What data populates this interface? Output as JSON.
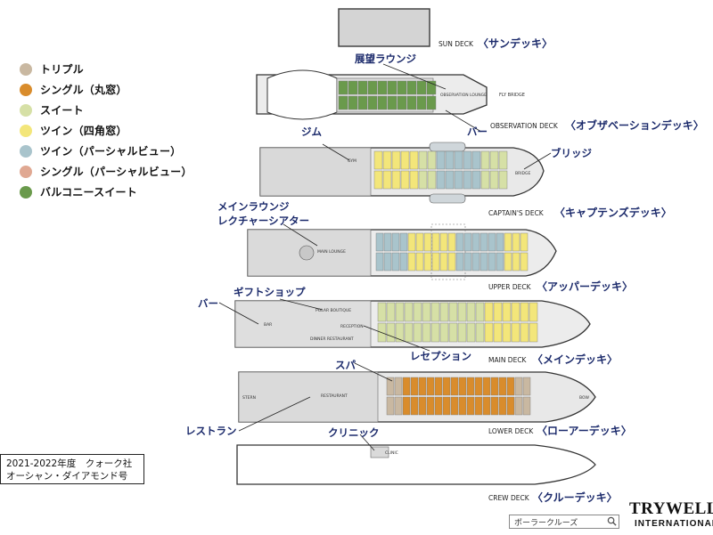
{
  "legend": [
    {
      "label": "トリプル",
      "color": "#c9b8a1"
    },
    {
      "label": "シングル（丸窓）",
      "color": "#d98c2c"
    },
    {
      "label": "スイート",
      "color": "#d6e0a6"
    },
    {
      "label": "ツイン（四角窓）",
      "color": "#f3e67a"
    },
    {
      "label": "ツイン（パーシャルビュー）",
      "color": "#a9c4cc"
    },
    {
      "label": "シングル（パーシャルビュー）",
      "color": "#e0a892"
    },
    {
      "label": "バルコニースイート",
      "color": "#6a9a4c"
    }
  ],
  "decks": [
    {
      "en": "SUN DECK",
      "ja": "〈サンデッキ〉"
    },
    {
      "en": "OBSERVATION DECK",
      "ja": "〈オブザベーションデッキ〉"
    },
    {
      "en": "CAPTAIN'S DECK",
      "ja": "〈キャプテンズデッキ〉"
    },
    {
      "en": "UPPER DECK",
      "ja": "〈アッパーデッキ〉"
    },
    {
      "en": "MAIN DECK",
      "ja": "〈メインデッキ〉"
    },
    {
      "en": "LOWER DECK",
      "ja": "〈ローアーデッキ〉"
    },
    {
      "en": "CREW DECK",
      "ja": "〈クルーデッキ〉"
    }
  ],
  "callouts": {
    "observation_lounge": "展望ラウンジ",
    "bar_obs": "バー",
    "gym": "ジム",
    "bridge": "ブリッジ",
    "main_lounge_1": "メインラウンジ",
    "main_lounge_2": "レクチャーシアター",
    "gift_shop": "ギフトショップ",
    "bar_main": "バー",
    "reception": "レセプション",
    "spa": "スパ",
    "restaurant": "レストラン",
    "clinic": "クリニック"
  },
  "plan_labels": {
    "observation_lounge": "OBSERVATION LOUNGE",
    "fly_bridge": "FLY BRIDGE",
    "gym": "GYM",
    "bridge": "BRIDGE",
    "main_lounge": "MAIN LOUNGE",
    "polar_boutique": "POLAR BOUTIQUE",
    "bar": "BAR",
    "reception": "RECEPTION",
    "dinner_restaurant": "DINNER RESTAURANT",
    "restaurant": "RESTAURANT",
    "stern": "STERN",
    "bow": "BOW",
    "clinic": "CLINIC"
  },
  "caption": {
    "line1": "2021-2022年度　クォーク社",
    "line2": "オーシャン・ダイアモンド号"
  },
  "search": {
    "text": "ポーラークルーズ"
  },
  "brand": {
    "line1": "TRYWELL",
    "line2": "INTERNATIONAL"
  }
}
